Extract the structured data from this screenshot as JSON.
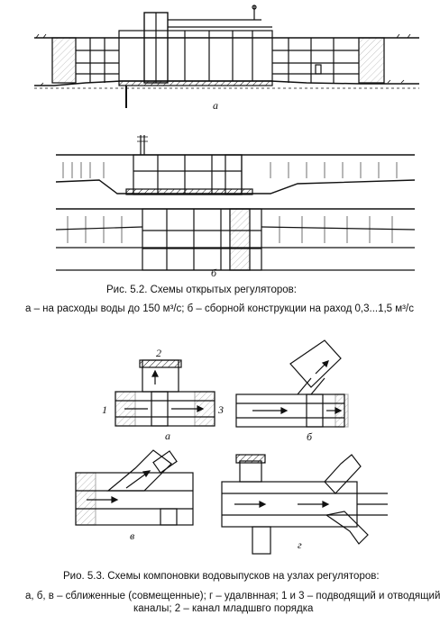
{
  "figure1": {
    "caption": "Рис. 5.2. Схемы открытых регуляторов:",
    "legend": "а – на расходы воды до 150 м³/с; б – сборной конструкции на раход 0,3...1,5 м³/с",
    "label_a": "а",
    "label_b": "б"
  },
  "figure2": {
    "caption": "Рио. 5.3. Схемы компоновки водовыпусков на узлах регуляторов:",
    "legend_line1": "а, б, в – сближенные (совмещенные); г – удалвнная; 1 и 3 – подводящий и отводящий",
    "legend_line2": "каналы; 2 – канал младшвго порядка",
    "label_a": "а",
    "label_b": "б",
    "label_v": "в",
    "label_g": "г",
    "num_1": "1",
    "num_2": "2",
    "num_3": "3"
  }
}
